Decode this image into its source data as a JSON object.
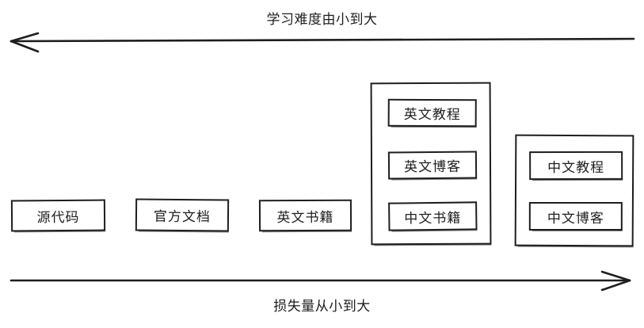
{
  "diagram": {
    "top_axis_label": "学习难度由小到大",
    "bottom_axis_label": "损失量从小到大",
    "top_arrow_direction": "left",
    "bottom_arrow_direction": "right",
    "stroke_color": "#1e1e1e",
    "background_color": "#ffffff",
    "nodes": [
      {
        "label": "源代码"
      },
      {
        "label": "官方文档"
      },
      {
        "label": "英文书籍"
      }
    ],
    "groups": [
      {
        "name": "group-english-middle",
        "items": [
          {
            "label": "英文教程"
          },
          {
            "label": "英文博客"
          },
          {
            "label": "中文书籍"
          }
        ]
      },
      {
        "name": "group-chinese-right",
        "items": [
          {
            "label": "中文教程"
          },
          {
            "label": "中文博客"
          }
        ]
      }
    ]
  }
}
